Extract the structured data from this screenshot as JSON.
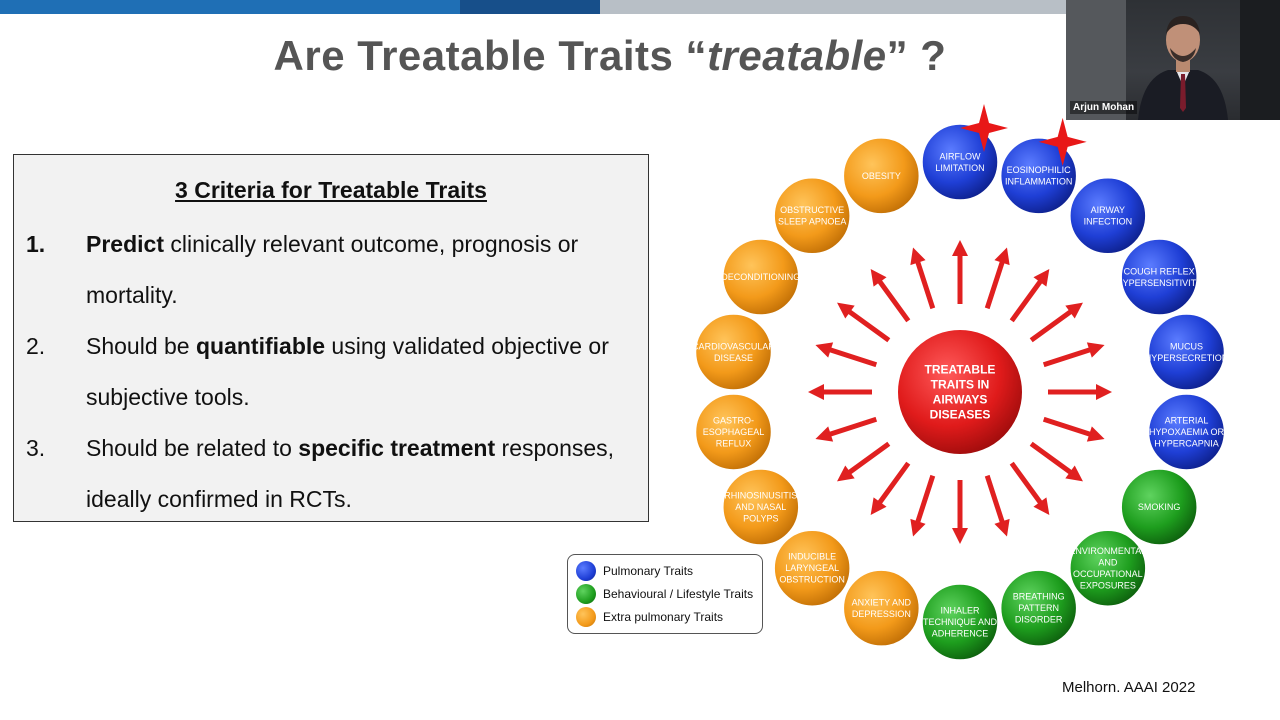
{
  "slide": {
    "title_prefix": "Are Treatable Traits “",
    "title_emph": "treatable",
    "title_suffix": "” ?"
  },
  "criteria": {
    "heading": "3 Criteria for Treatable Traits",
    "items": [
      {
        "num": "1.",
        "bold": "Predict",
        "rest": " clinically relevant outcome, prognosis or mortality."
      },
      {
        "num": "2.",
        "pre": "Should be ",
        "bold": "quantifiable",
        "rest": " using validated objective or subjective tools."
      },
      {
        "num": "3.",
        "pre": "Should be related to ",
        "bold": "specific treatment",
        "rest": " responses, ideally confirmed in RCTs."
      }
    ]
  },
  "diagram": {
    "center": [
      "TREATABLE",
      "TRAITS IN",
      "AIRWAYS",
      "DISEASES"
    ],
    "traits": [
      {
        "label": [
          "AIRFLOW",
          "LIMITATION"
        ],
        "category": "pulmonary"
      },
      {
        "label": [
          "EOSINOPHILIC",
          "INFLAMMATION"
        ],
        "category": "pulmonary"
      },
      {
        "label": [
          "AIRWAY",
          "INFECTION"
        ],
        "category": "pulmonary"
      },
      {
        "label": [
          "COUGH REFLEX",
          "HYPERSENSITIVITY"
        ],
        "category": "pulmonary"
      },
      {
        "label": [
          "MUCUS",
          "HYPERSECRETION"
        ],
        "category": "pulmonary"
      },
      {
        "label": [
          "ARTERIAL",
          "HYPOXAEMIA OR",
          "HYPERCAPNIA"
        ],
        "category": "pulmonary"
      },
      {
        "label": [
          "SMOKING"
        ],
        "category": "behavioural"
      },
      {
        "label": [
          "ENVIRONMENTAL",
          "AND",
          "OCCUPATIONAL",
          "EXPOSURES"
        ],
        "category": "behavioural"
      },
      {
        "label": [
          "BREATHING",
          "PATTERN",
          "DISORDER"
        ],
        "category": "behavioural"
      },
      {
        "label": [
          "INHALER",
          "TECHNIQUE AND",
          "ADHERENCE"
        ],
        "category": "behavioural"
      },
      {
        "label": [
          "ANXIETY AND",
          "DEPRESSION"
        ],
        "category": "extra"
      },
      {
        "label": [
          "INDUCIBLE",
          "LARYNGEAL",
          "OBSTRUCTION"
        ],
        "category": "extra"
      },
      {
        "label": [
          "RHINOSINUSITIS",
          "AND NASAL",
          "POLYPS"
        ],
        "category": "extra"
      },
      {
        "label": [
          "GASTRO-",
          "ESOPHAGEAL",
          "REFLUX"
        ],
        "category": "extra"
      },
      {
        "label": [
          "CARDIOVASCULAR",
          "DISEASE"
        ],
        "category": "extra"
      },
      {
        "label": [
          "DECONDITIONING"
        ],
        "category": "extra"
      },
      {
        "label": [
          "OBSTRUCTIVE",
          "SLEEP APNOEA"
        ],
        "category": "extra"
      },
      {
        "label": [
          "OBESITY"
        ],
        "category": "extra"
      }
    ],
    "highlighted": [
      0,
      1
    ],
    "colors": {
      "pulmonary": "#1f3fd6",
      "behavioural": "#1e9e1e",
      "extra": "#f39a1a",
      "center": "#e01b1b",
      "arrow": "#e02020",
      "star": "#e81818"
    }
  },
  "legend": [
    {
      "label": "Pulmonary Traits",
      "color": "#1f3fd6"
    },
    {
      "label": "Behavioural / Lifestyle Traits",
      "color": "#1e9e1e"
    },
    {
      "label": "Extra pulmonary Traits",
      "color": "#f39a1a"
    }
  ],
  "citation": "Melhorn. AAAI 2022",
  "video": {
    "name": "Arjun Mohan"
  }
}
